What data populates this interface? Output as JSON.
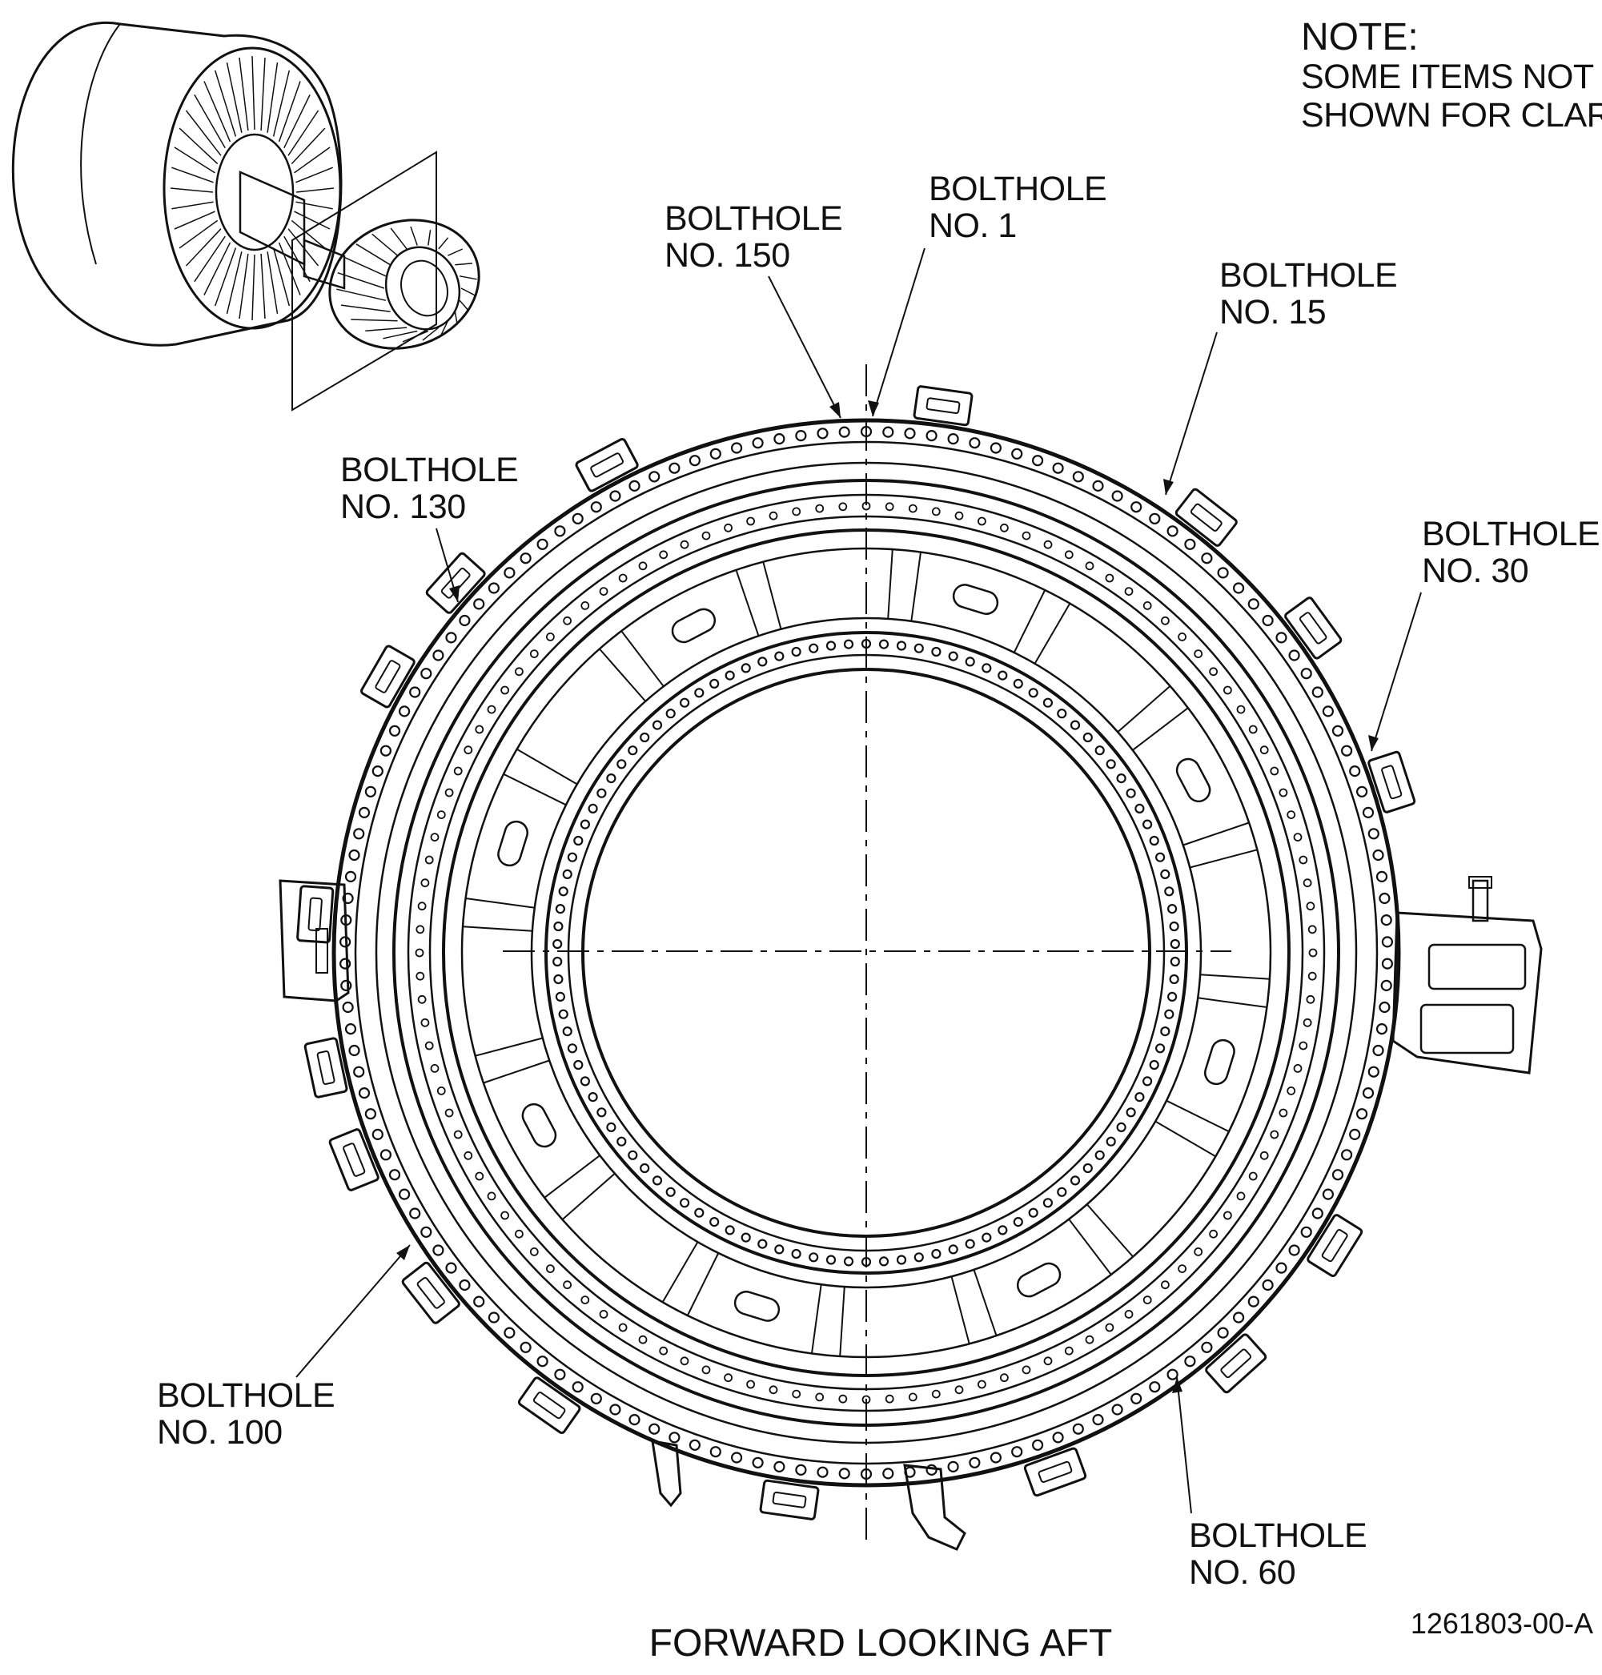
{
  "note": {
    "title": "NOTE:",
    "lines": [
      "SOME ITEMS NOT",
      "SHOWN FOR CLARITY."
    ]
  },
  "labels": [
    {
      "id": "bolthole-1",
      "line1": "BOLTHOLE",
      "line2": "NO. 1"
    },
    {
      "id": "bolthole-150",
      "line1": "BOLTHOLE",
      "line2": "NO. 150"
    },
    {
      "id": "bolthole-15",
      "line1": "BOLTHOLE",
      "line2": "NO. 15"
    },
    {
      "id": "bolthole-130",
      "line1": "BOLTHOLE",
      "line2": "NO. 130"
    },
    {
      "id": "bolthole-30",
      "line1": "BOLTHOLE",
      "line2": "NO. 30"
    },
    {
      "id": "bolthole-100",
      "line1": "BOLTHOLE",
      "line2": "NO. 100"
    },
    {
      "id": "bolthole-60",
      "line1": "BOLTHOLE",
      "line2": "NO. 60"
    }
  ],
  "caption": "FORWARD LOOKING AFT",
  "figure_number": "1261803-00-A",
  "colors": {
    "engine_fill": "#f6f2c0",
    "plane_fill": "#bfe6ee",
    "line": "#111111"
  }
}
